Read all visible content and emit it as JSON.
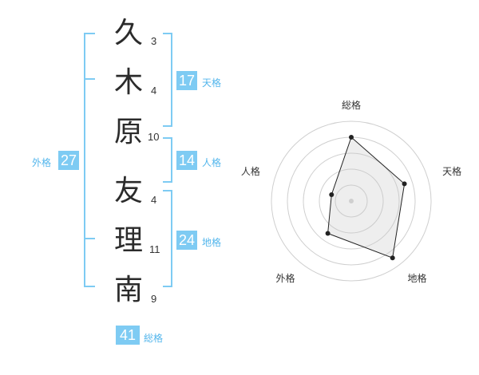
{
  "surname": [
    {
      "char": "久",
      "strokes": "3"
    },
    {
      "char": "木",
      "strokes": "4"
    },
    {
      "char": "原",
      "strokes": "10"
    }
  ],
  "given_name": [
    {
      "char": "友",
      "strokes": "4"
    },
    {
      "char": "理",
      "strokes": "11"
    },
    {
      "char": "南",
      "strokes": "9"
    }
  ],
  "kaku": {
    "tenkaku": {
      "value": "17",
      "label": "天格"
    },
    "jinkaku": {
      "value": "14",
      "label": "人格"
    },
    "chikaku": {
      "value": "24",
      "label": "地格"
    },
    "gaikaku": {
      "value": "27",
      "label": "外格"
    },
    "soukaku": {
      "value": "41",
      "label": "総格"
    }
  },
  "colors": {
    "accent": "#7ecbf3",
    "label": "#53b6ec"
  },
  "chart_data": {
    "type": "radar",
    "axes": [
      "総格",
      "天格",
      "地格",
      "外格",
      "人格"
    ],
    "values": [
      4,
      3.5,
      4.4,
      2.5,
      1.3
    ],
    "max": 5,
    "rings": 5
  }
}
